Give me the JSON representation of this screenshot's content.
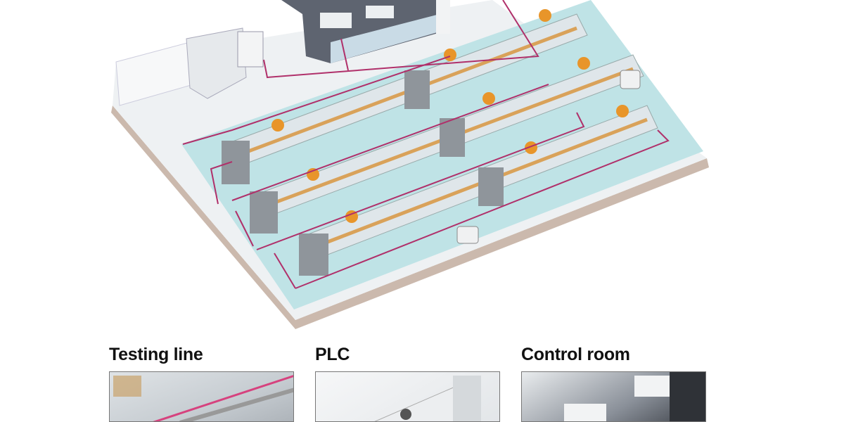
{
  "illustration": {
    "subject": "factory-floor",
    "colors": {
      "floor": "#eef1f3",
      "zone": "#bfe3e6",
      "cable": "#b0306a",
      "robot": "#e8952a",
      "machine": "#9ea3a8"
    }
  },
  "panels": [
    {
      "label": "Testing line"
    },
    {
      "label": "PLC"
    },
    {
      "label": "Control room"
    }
  ]
}
